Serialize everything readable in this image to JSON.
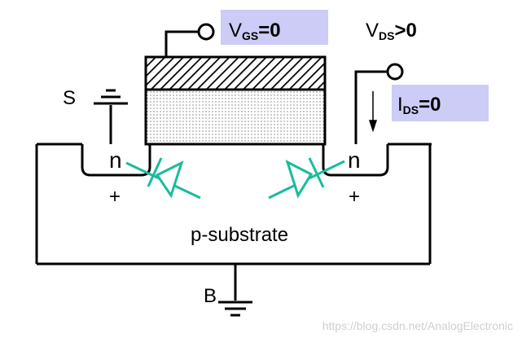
{
  "labels": {
    "source": "S",
    "bulk": "B",
    "substrate": "p-substrate",
    "n_left": "n",
    "n_right": "n",
    "plus_left": "+",
    "plus_right": "+"
  },
  "vgs": {
    "main": "V",
    "sub": "GS",
    "rest": "=0"
  },
  "vds": {
    "main": "V",
    "sub": "DS",
    "rest": ">0"
  },
  "ids": {
    "main": "I",
    "sub": "DS",
    "rest": "=0"
  },
  "watermark": "https://blog.csdn.net/AnalogElectronic",
  "colors": {
    "label_box": "#ccccf6",
    "diode": "#1abc9c",
    "line": "#000000"
  }
}
